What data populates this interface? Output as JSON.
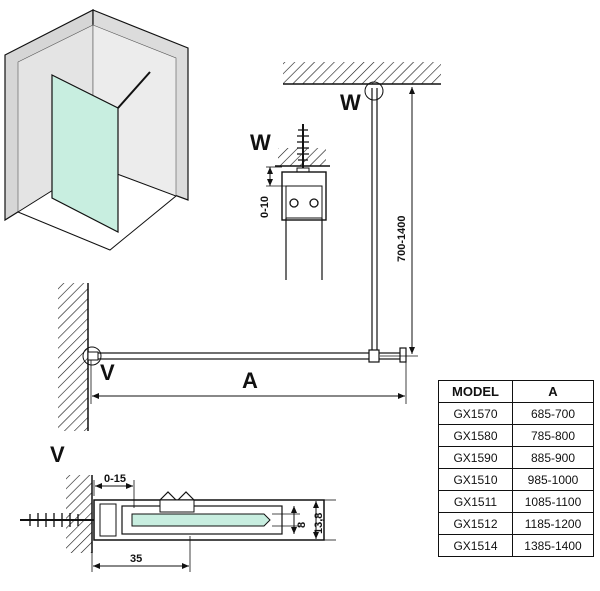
{
  "labels": {
    "w_top": "W",
    "w_detail": "W",
    "v_main": "V",
    "v_detail": "V",
    "a_dim": "A",
    "height_dim": "700-1400",
    "w_gap_dim": "0-10",
    "v_gap_dim": "0-15",
    "v_width_dim": "35",
    "v_h1_dim": "8",
    "v_h2_dim": "13,8"
  },
  "table": {
    "headers": [
      "MODEL",
      "A"
    ],
    "rows": [
      {
        "model": "GX1570",
        "a": "685-700"
      },
      {
        "model": "GX1580",
        "a": "785-800"
      },
      {
        "model": "GX1590",
        "a": "885-900"
      },
      {
        "model": "GX1510",
        "a": "985-1000"
      },
      {
        "model": "GX1511",
        "a": "1085-1100"
      },
      {
        "model": "GX1512",
        "a": "1185-1200"
      },
      {
        "model": "GX1514",
        "a": "1385-1400"
      }
    ]
  },
  "colors": {
    "glass": "#c8eee0",
    "wall": "#d6d6d6",
    "line": "#111111"
  }
}
